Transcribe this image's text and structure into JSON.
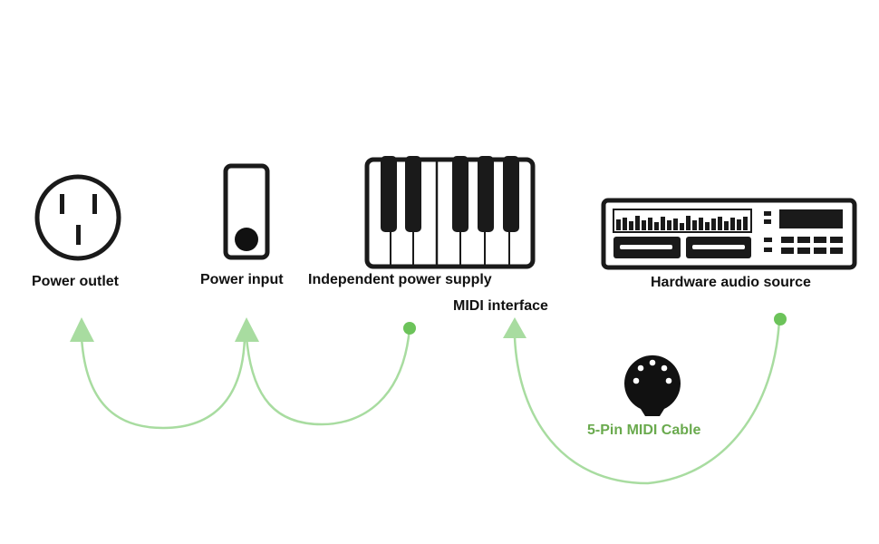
{
  "devices": {
    "power_outlet": "Power outlet",
    "power_input": "Power input",
    "independent_power_supply": "Independent power supply",
    "midi_interface": "MIDI interface",
    "hardware_audio_source": "Hardware audio source"
  },
  "cable": {
    "label": "5-Pin MIDI Cable"
  },
  "colors": {
    "connector_line": "#a8dca0",
    "endpoint_dot": "#6cc35a",
    "cable_label": "#6aaa4e",
    "icon_stroke": "#1a1a1a"
  }
}
